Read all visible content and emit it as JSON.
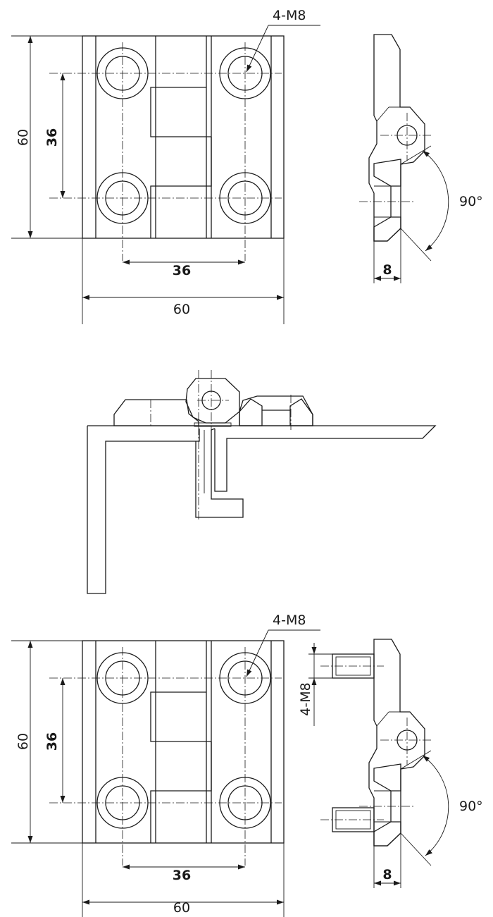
{
  "labels": {
    "thread": "4-M8",
    "overall": "60",
    "spacing": "36",
    "angle": "90°",
    "thickness": "8"
  }
}
